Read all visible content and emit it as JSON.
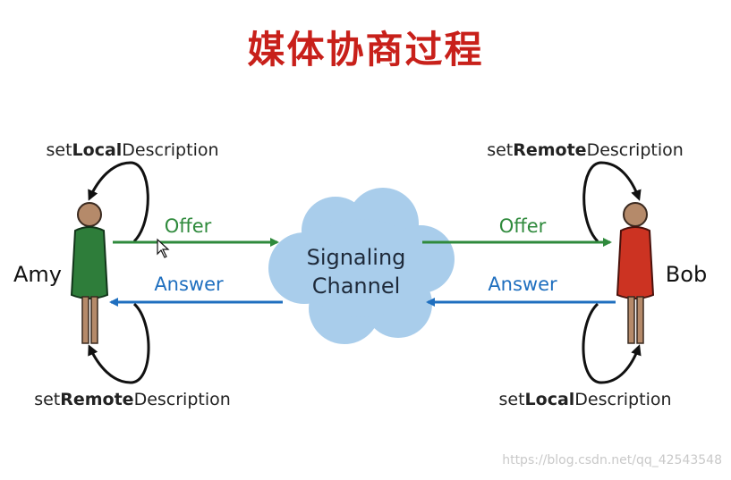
{
  "title": "媒体协商过程",
  "amy": {
    "name": "Amy",
    "top_label": {
      "pre": "set",
      "bold": "Local",
      "post": "Description"
    },
    "bottom_label": {
      "pre": "set",
      "bold": "Remote",
      "post": "Description"
    },
    "color": "#2e7d3a"
  },
  "bob": {
    "name": "Bob",
    "top_label": {
      "pre": "set",
      "bold": "Remote",
      "post": "Description"
    },
    "bottom_label": {
      "pre": "set",
      "bold": "Local",
      "post": "Description"
    },
    "color": "#cc3322"
  },
  "channel": {
    "line1": "Signaling",
    "line2": "Channel"
  },
  "messages": {
    "offer": "Offer",
    "answer": "Answer"
  },
  "colors": {
    "offer": "#2f8a3c",
    "answer": "#1f6fbf",
    "cloud": "#a9cdeb",
    "title": "#c8201a"
  },
  "watermark": "https://blog.csdn.net/qq_42543548"
}
